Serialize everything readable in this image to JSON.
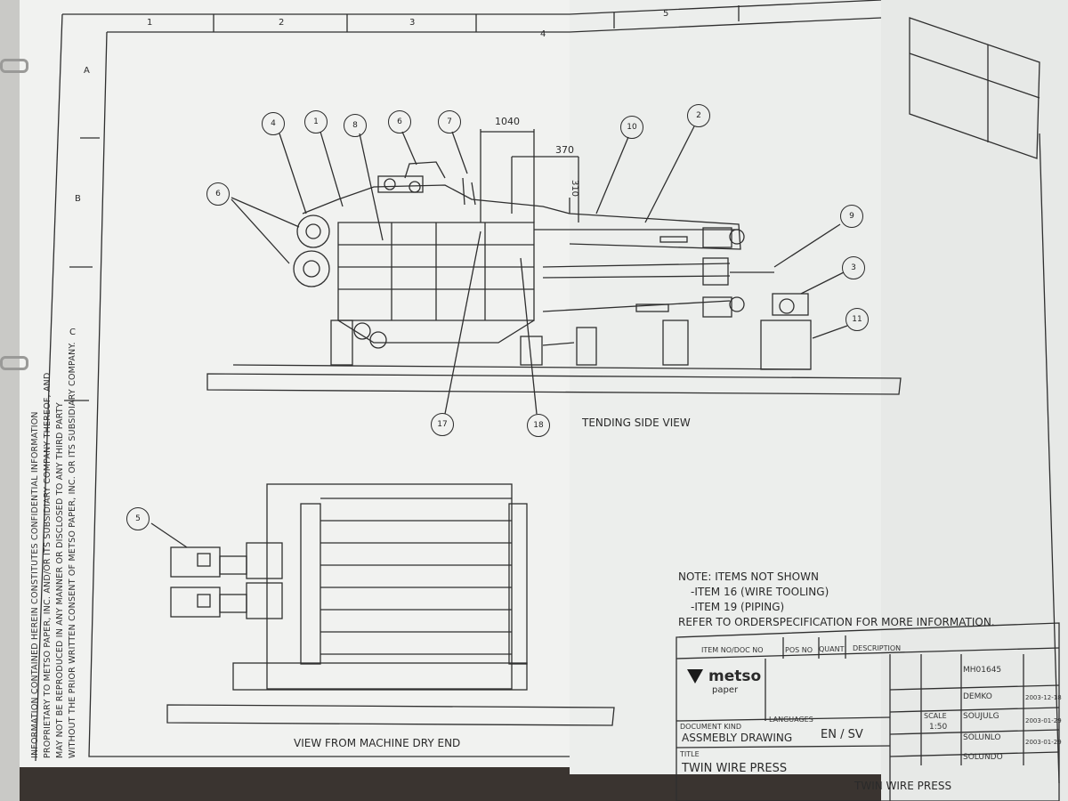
{
  "grid": {
    "columns": [
      "1",
      "2",
      "3",
      "4",
      "5"
    ],
    "rows": [
      "A",
      "B",
      "C"
    ]
  },
  "views": {
    "side_view_title": "TENDING SIDE VIEW",
    "end_view_title": "VIEW FROM MACHINE DRY END"
  },
  "dimensions": [
    "1040",
    "370",
    "310"
  ],
  "balloons": {
    "side": [
      "4",
      "1",
      "8",
      "6",
      "7",
      "10",
      "2",
      "6",
      "9",
      "3",
      "11",
      "17",
      "18"
    ],
    "end": [
      "5"
    ]
  },
  "note": {
    "heading": "NOTE:  ITEMS NOT SHOWN",
    "item16": "-ITEM 16 (WIRE TOOLING)",
    "item19": "-ITEM 19 (PIPING)",
    "refer": "REFER TO ORDERSPECIFICATION FOR MORE INFORMATION."
  },
  "confidential": {
    "line1": "INFORMATION CONTAINED HEREIN CONSTITUTES CONFIDENTIAL INFORMATION",
    "line2": "PROPRIETARY TO METSO PAPER, INC. AND/OR ITS SUBSIDIARY COMPANY THEREOF, AND",
    "line3": "MAY NOT BE REPRODUCED IN ANY MANNER OR DISCLOSED TO ANY THIRD PARTY",
    "line4": "WITHOUT THE PRIOR WRITTEN CONSENT OF METSO PAPER, INC. OR ITS SUBSIDIARY COMPANY."
  },
  "title_block": {
    "header_item": "ITEM NO/DOC NO",
    "header_pos": "POS NO",
    "header_quant": "QUANT",
    "header_desc": "DESCRIPTION",
    "brand": "metso",
    "brand_sub": "paper",
    "customer_no": "MH01645",
    "languages_label": "LANGUAGES",
    "languages": "EN / SV",
    "scale_label": "SCALE",
    "scale": "1:50",
    "owner_group": "DEMKO",
    "drawn": "SOUJULG",
    "checked": "SOLUNLO",
    "approved": "SOLUNDO",
    "date1": "2003-12-18",
    "date2": "2003-01-29",
    "date3": "2003-01-29",
    "doc_kind_label": "DOCUMENT KIND",
    "doc_kind": "ASSMEBLY DRAWING",
    "title_label": "TITLE",
    "title": "TWIN WIRE PRESS",
    "footer_title": "TWIN WIRE PRESS"
  },
  "colors": {
    "paper": "#eef0ee",
    "ink": "#2a2a2a",
    "binder_green": "#1f4a2a",
    "table_bg": "#3a3430"
  }
}
